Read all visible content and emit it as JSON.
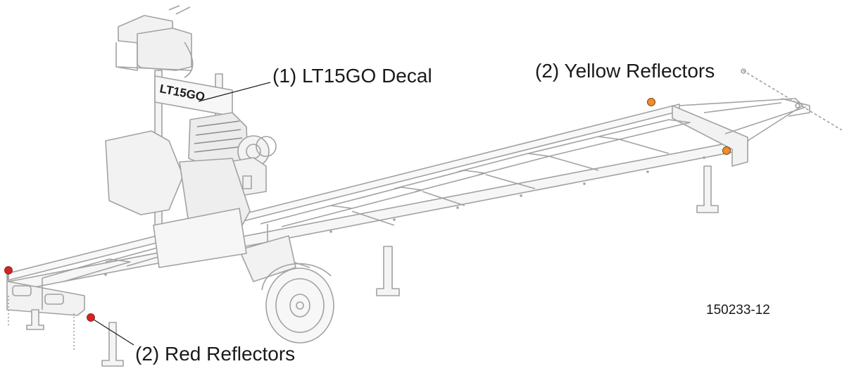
{
  "diagram": {
    "decal_text": "LT15GO",
    "part_number": "150233-12"
  },
  "callouts": {
    "decal": "(1) LT15GO Decal",
    "yellow_reflectors": "(2) Yellow Reflectors",
    "red_reflectors": "(2) Red Reflectors"
  },
  "colors": {
    "frame_line": "#9a9a9a",
    "frame_fill": "#f4f4f4",
    "red_reflector": "#d9202a",
    "yellow_reflector": "#f28c28",
    "text": "#1a1a1a"
  }
}
